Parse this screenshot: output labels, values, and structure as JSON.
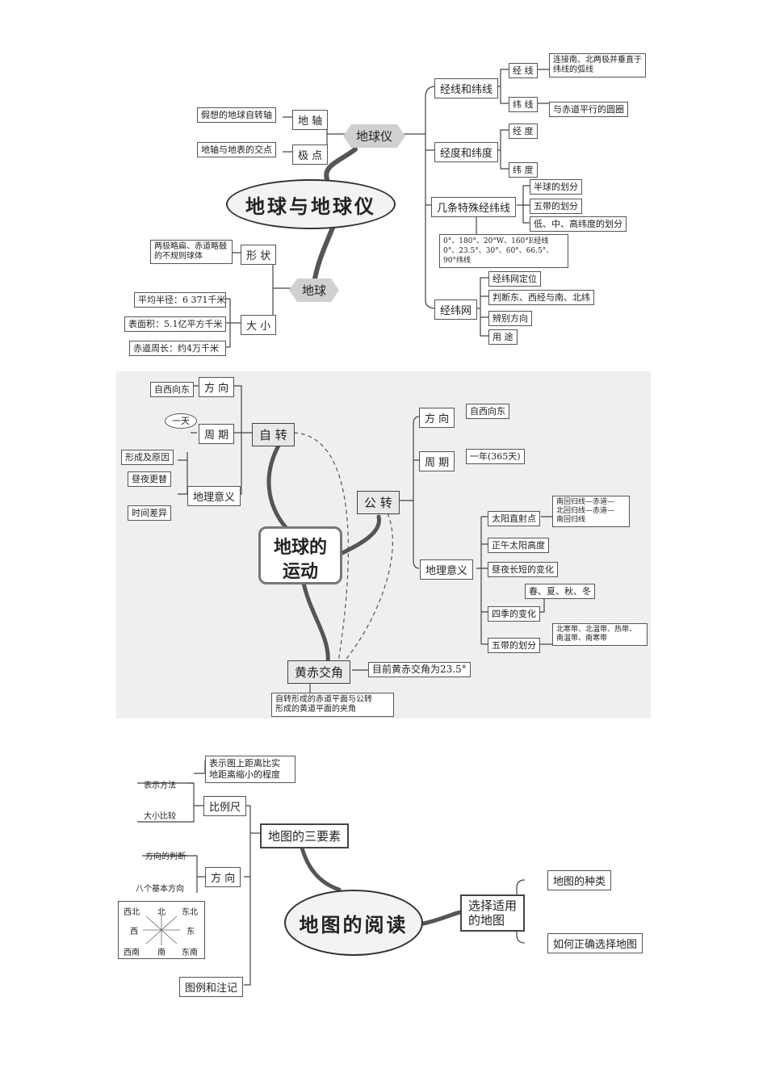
{
  "diagram1": {
    "center": "地球与地球仪",
    "globe": "地球仪",
    "earth": "地球",
    "axis": "地 轴",
    "axis_desc": "假想的地球自转轴",
    "pole": "极 点",
    "pole_desc": "地轴与地表的交点",
    "shape": "形 状",
    "shape_desc": "两极略扁、赤道略鼓的不规则球体",
    "size": "大 小",
    "size_items": [
      "平均半径：6 371千米",
      "表面积：5.1亿平方千米",
      "赤道周长：约4万千米"
    ],
    "lines": "经线和纬线",
    "meridian": "经 线",
    "meridian_desc": "连接南、北两极并垂直于纬线的弧线",
    "parallel": "纬 线",
    "parallel_desc": "与赤道平行的圆圈",
    "degrees": "经度和纬度",
    "longitude": "经 度",
    "latitude": "纬 度",
    "special": "几条特殊经纬线",
    "special_items": [
      "半球的划分",
      "五带的划分",
      "低、中、高纬度的划分"
    ],
    "special_desc": "0°、180°、20°W、160°E经线\n0°、23.5°、30°、60°、66.5°、90°纬线",
    "grid": "经纬网",
    "grid_items": [
      "经纬网定位",
      "判断东、西经与南、北纬",
      "辨别方向",
      "用 途"
    ]
  },
  "diagram2": {
    "center_line1": "地球的",
    "center_line2": "运动",
    "rotation": "自 转",
    "rot_dir": "方 向",
    "rot_dir_val": "自西向东",
    "rot_period": "周 期",
    "rot_period_val": "一天",
    "rot_meaning": "地理意义",
    "rot_meaning_items": [
      "形成及原因",
      "昼夜更替",
      "时间差异"
    ],
    "revolution": "公 转",
    "rev_dir": "方 向",
    "rev_dir_val": "自西向东",
    "rev_period": "周 期",
    "rev_period_val": "一年(365天)",
    "rev_meaning": "地理意义",
    "rev_items": [
      "太阳直射点",
      "正午太阳高度",
      "昼夜长短的变化",
      "四季的变化",
      "五带的划分"
    ],
    "subsolar_desc": "南回归线—赤道—\n北回归线—赤道—\n南回归线",
    "seasons_desc": "春、夏、秋、冬",
    "zones_desc": "北寒带、北温带、热带、\n南温带、南寒带",
    "obliquity": "黄赤交角",
    "obliquity_val": "目前黄赤交角为23.5°",
    "obliquity_desc": "自转形成的赤道平面与公转\n形成的黄道平面的夹角"
  },
  "diagram3": {
    "center": "地图的阅读",
    "three": "地图的三要素",
    "scale": "比例尺",
    "scale_desc": "表示图上距离比实\n地距离缩小的程度",
    "scale_method": "表示方法",
    "scale_compare": "大小比较",
    "direction": "方 向",
    "dir_judge": "方向的判断",
    "dir_eight": "八个基本方向",
    "compass": [
      "西北",
      "北",
      "东北",
      "西",
      "东",
      "西南",
      "南",
      "东南"
    ],
    "legend": "图例和注记",
    "choose": "选择适用\n的地图",
    "choose_items": [
      "地图的种类",
      "如何正确选择地图"
    ]
  }
}
